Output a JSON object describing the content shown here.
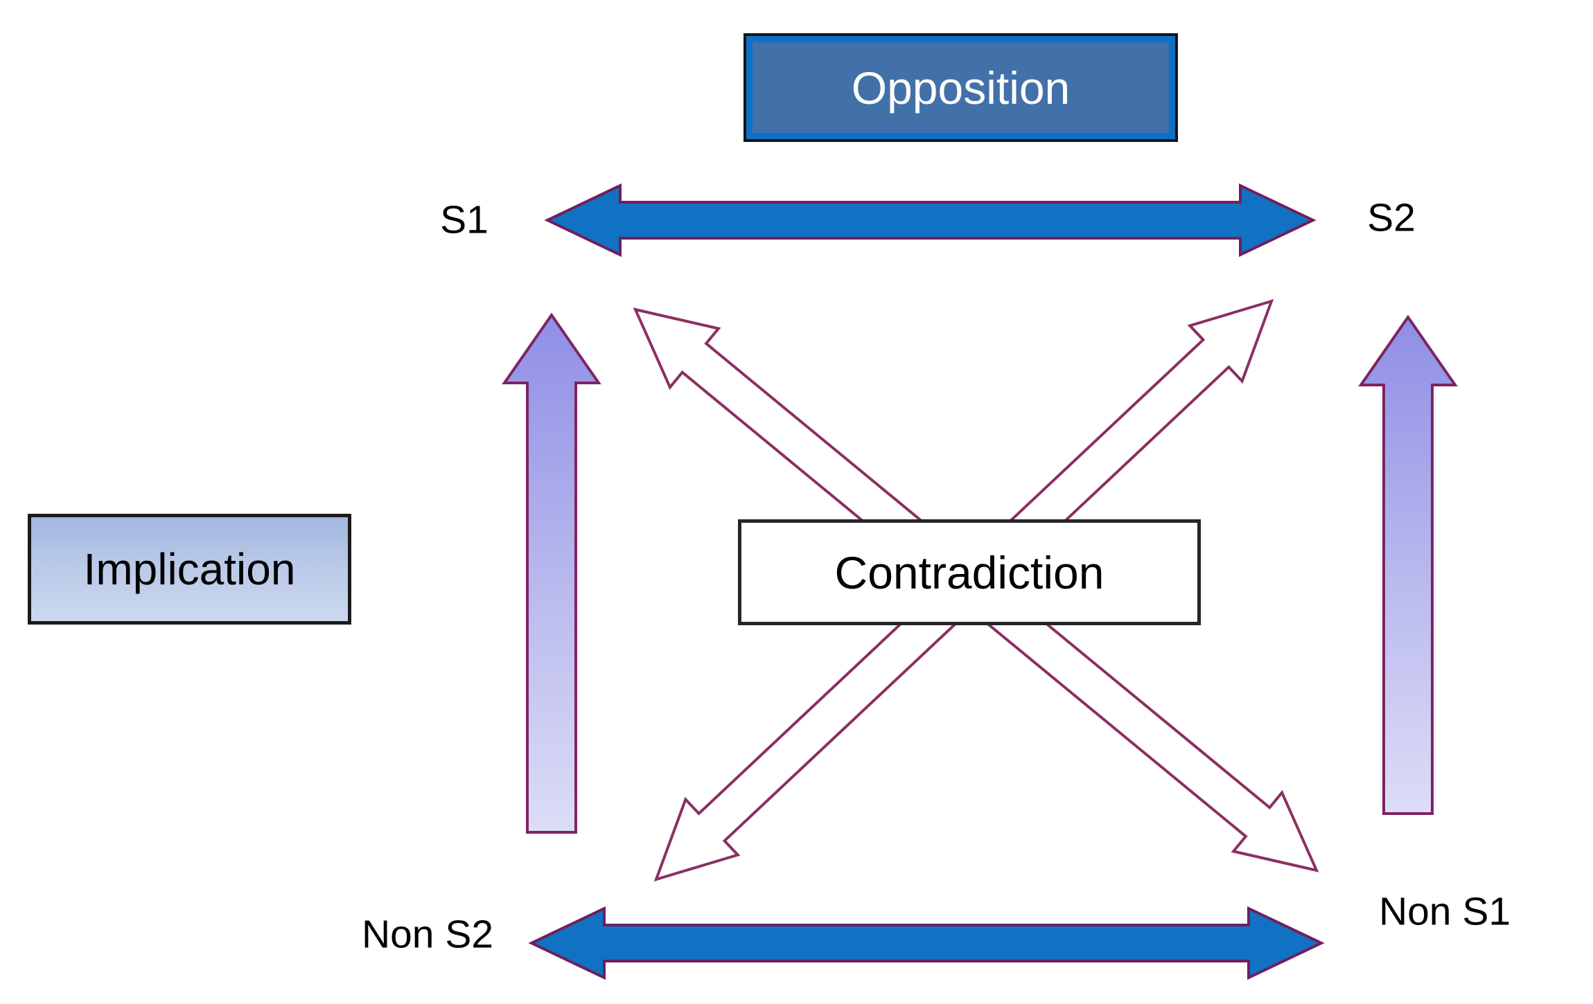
{
  "diagram": {
    "type": "semiotic-square",
    "boxes": {
      "opposition": "Opposition",
      "implication": "Implication",
      "contradiction": "Contradiction"
    },
    "corner_labels": {
      "s1": "S1",
      "s2": "S2",
      "non_s2": "Non S2",
      "non_s1": "Non S1"
    },
    "arrows": [
      {
        "name": "opposition-arrow-top",
        "style": "solid-blue-double-headed-horizontal",
        "connects": [
          "S1",
          "S2"
        ]
      },
      {
        "name": "opposition-arrow-bottom",
        "style": "solid-blue-double-headed-horizontal",
        "connects": [
          "Non S2",
          "Non S1"
        ]
      },
      {
        "name": "implication-arrow-left",
        "style": "purple-gradient-up",
        "connects": [
          "Non S2",
          "S1"
        ]
      },
      {
        "name": "implication-arrow-right",
        "style": "purple-gradient-up",
        "connects": [
          "Non S1",
          "S2"
        ]
      },
      {
        "name": "contradiction-arrow-1",
        "style": "white-outline-double-headed-diagonal",
        "connects": [
          "S1",
          "Non S1"
        ]
      },
      {
        "name": "contradiction-arrow-2",
        "style": "white-outline-double-headed-diagonal",
        "connects": [
          "S2",
          "Non S2"
        ]
      }
    ],
    "colors": {
      "background": "#ffffff",
      "label_text": "#000000",
      "opposition_box_fill": "#4271a9",
      "opposition_box_inner_border": "#0c70c8",
      "opposition_box_text": "#ffffff",
      "implication_gradient_top": "#a2b7df",
      "implication_gradient_bottom": "#cbd8ee",
      "contradiction_box_fill": "#ffffff",
      "horizontal_arrow_fill": "#1172c3",
      "horizontal_arrow_outline": "#701f5e",
      "vertical_arrow_gradient_top": "#8f8ee5",
      "vertical_arrow_gradient_bottom": "#dcddf6",
      "vertical_arrow_outline": "#7c2462",
      "diagonal_arrow_fill": "#ffffff",
      "diagonal_arrow_outline": "#8c2f62"
    }
  }
}
